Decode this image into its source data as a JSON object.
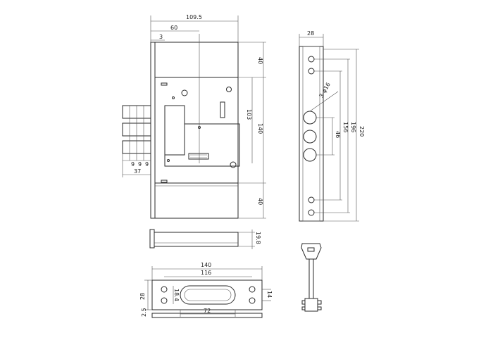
{
  "drawing": {
    "main_view": {
      "overall_width": "109.5",
      "to_center": "60",
      "faceplate_offset": "3",
      "top_margin": "40",
      "centers": "103",
      "body_height": "140",
      "bottom_margin": "40",
      "bolt_pitch_1": "9",
      "bolt_pitch_2": "9",
      "bolt_pitch_3": "9",
      "bolt_projection": "37"
    },
    "front_view": {
      "width": "28",
      "hole_label": "3-φ16",
      "bolt_spacing": "46",
      "dim_156": "156",
      "dim_196": "196",
      "overall_height": "220"
    },
    "side_view": {
      "thickness": "19.8"
    },
    "strike_plate": {
      "length": "140",
      "hole_centers": "116",
      "slot_length": "72",
      "slot_height": "18.4",
      "height": "28",
      "hole_spacing": "14",
      "plate_thickness": "2.5"
    }
  }
}
